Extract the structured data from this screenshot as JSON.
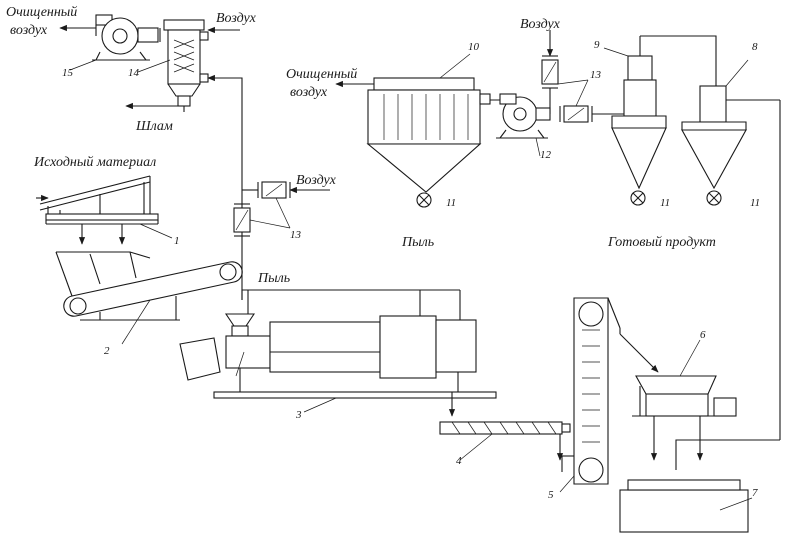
{
  "labels": {
    "clean_air_1": "Очищенный воздух",
    "clean_air_1_line1": "Очищенный",
    "clean_air_1_line2": "воздух",
    "air_top_left": "Воздух",
    "sludge": "Шлам",
    "source_material": "Исходный материал",
    "clean_air_2_line1": "Очищенный",
    "clean_air_2_line2": "воздух",
    "air_top_right": "Воздух",
    "air_middle": "Воздух",
    "dust_1": "Пыль",
    "dust_2": "Пыль",
    "finished_product": "Готовый продукт"
  },
  "numbers": {
    "n1": "1",
    "n2": "2",
    "n3": "3",
    "n4": "4",
    "n5": "5",
    "n6": "6",
    "n7": "7",
    "n8": "8",
    "n9": "9",
    "n10": "10",
    "n11a": "11",
    "n11b": "11",
    "n11c": "11",
    "n12": "12",
    "n13a": "13",
    "n13b": "13",
    "n14": "14",
    "n15": "15"
  }
}
